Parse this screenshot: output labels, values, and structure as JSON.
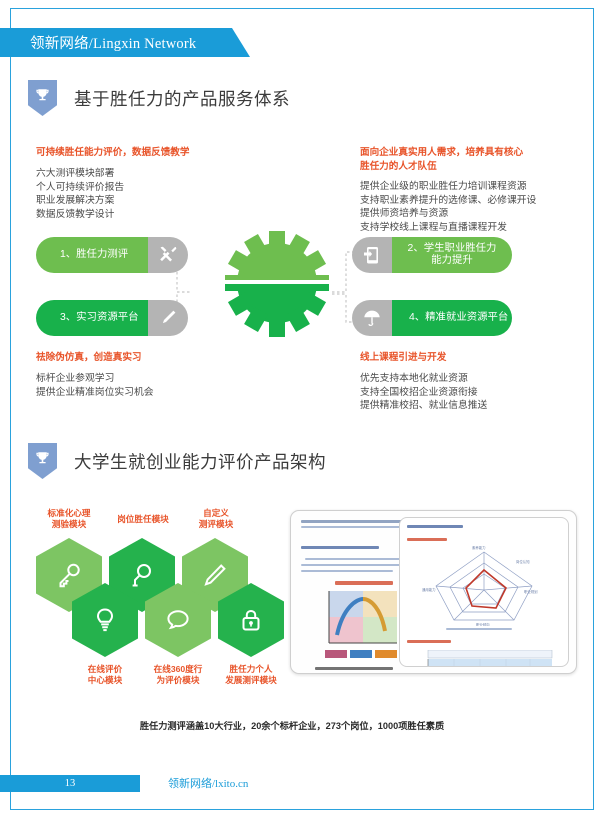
{
  "banner": {
    "text": "领新网络/Lingxin Network",
    "color": "#1a9cd8"
  },
  "sections": [
    {
      "id": "s1",
      "icon": "trophy-shield-icon",
      "title": "基于胜任力的产品服务体系"
    },
    {
      "id": "s2",
      "icon": "trophy-shield-icon",
      "title": "大学生就创业能力评价产品架构"
    }
  ],
  "section1": {
    "text_top_left": {
      "highlight": "可持续胜任能力评价，数据反馈教学",
      "lines": [
        "六大测评模块部署",
        "个人可持续评价报告",
        "职业发展解决方案",
        "数据反馈教学设计"
      ]
    },
    "text_top_right": {
      "highlight": "面向企业真实用人需求，培养具有核心\n胜任力的人才队伍",
      "highlight_l1": "面向企业真实用人需求，培养具有核心",
      "highlight_l2": "胜任力的人才队伍",
      "lines": [
        "提供企业级的职业胜任力培训课程资源",
        "支持职业素养提升的选修课、必修课开设",
        "提供师资培养与资源",
        "支持学校线上课程与直播课程开发"
      ]
    },
    "text_bottom_left": {
      "highlight": "祛除伪仿真，创造真实习",
      "lines": [
        "标杆企业参观学习",
        "提供企业精准岗位实习机会"
      ]
    },
    "text_bottom_right": {
      "highlight": "线上课程引进与开发",
      "lines": [
        "优先支持本地化就业资源",
        "支持全国校招企业资源衔接",
        "提供精准校招、就业信息推送"
      ]
    },
    "pills": [
      {
        "label": "1、胜任力测评",
        "icon": "tools-icon",
        "side": "left",
        "color": "#6ebe4f"
      },
      {
        "label_l1": "2、学生职业胜任力",
        "label_l2": "能力提升",
        "icon": "mobile-phone-icon",
        "side": "right",
        "color": "#6ebe4f"
      },
      {
        "label": "3、实习资源平台",
        "icon": "pencil-icon",
        "side": "left",
        "color": "#18b14b"
      },
      {
        "label": "4、精准就业资源平台",
        "icon": "umbrella-icon",
        "side": "right",
        "color": "#18b14b"
      }
    ],
    "gear": {
      "name": "gear-icon",
      "top_color": "#6ebe4f",
      "bottom_color": "#18b14b"
    }
  },
  "section2": {
    "hexagons": [
      {
        "icon": "key-icon",
        "label_l1": "标准化心理",
        "label_l2": "测验模块",
        "color": "#7dc563",
        "label_pos": "top"
      },
      {
        "icon": "magnifier-icon",
        "label_l1": "岗位胜任模块",
        "label_l2": "",
        "color": "#25b24d",
        "label_pos": "top"
      },
      {
        "icon": "pencil-icon",
        "label_l1": "自定义",
        "label_l2": "测评模块",
        "color": "#7dc563",
        "label_pos": "top"
      },
      {
        "icon": "lightbulb-icon",
        "label_l1": "在线评价",
        "label_l2": "中心模块",
        "color": "#25b24d",
        "label_pos": "bottom"
      },
      {
        "icon": "speech-bubble-icon",
        "label_l1": "在线360度行",
        "label_l2": "为评价模块",
        "color": "#7dc563",
        "label_pos": "bottom"
      },
      {
        "icon": "lock-icon",
        "label_l1": "胜任力个人",
        "label_l2": "发展测评模块",
        "color": "#25b24d",
        "label_pos": "bottom"
      }
    ],
    "screenshot_name": "competency-report-screenshot",
    "caption": "胜任力测评涵盖10大行业，20余个标杆企业，273个岗位，1000项胜任素质"
  },
  "footer": {
    "page_number": "13",
    "brand": "领新网络/lxito.cn",
    "color": "#1a9cd8"
  }
}
